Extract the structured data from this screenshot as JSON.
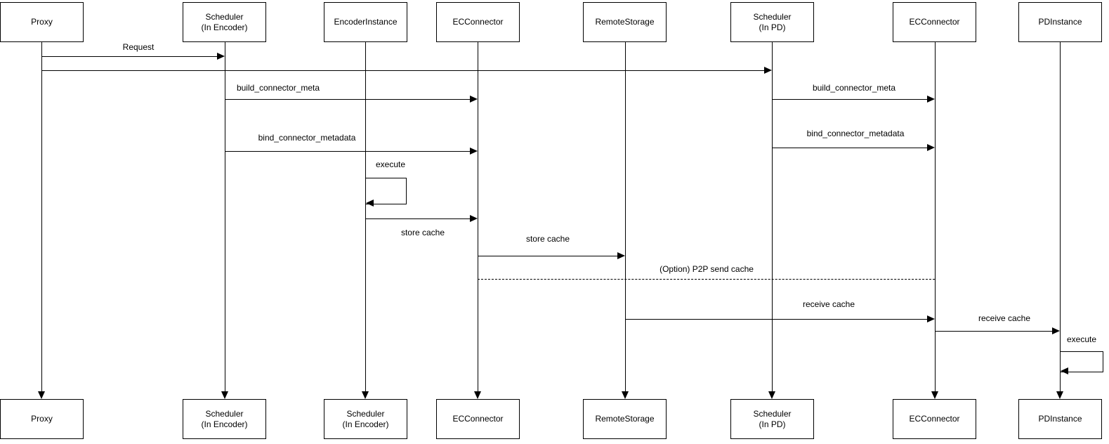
{
  "diagram": {
    "type": "sequence-diagram",
    "background_color": "#ffffff",
    "stroke_color": "#000000",
    "text_color": "#000000",
    "actors_top": [
      {
        "label": "Proxy"
      },
      {
        "label": "Scheduler\n(In Encoder)"
      },
      {
        "label": "EncoderInstance"
      },
      {
        "label": "ECConnector"
      },
      {
        "label": "RemoteStorage"
      },
      {
        "label": "Scheduler\n(In PD)"
      },
      {
        "label": "ECConnector"
      },
      {
        "label": "PDInstance"
      }
    ],
    "actors_bottom": [
      {
        "label": "Proxy"
      },
      {
        "label": "Scheduler\n(In Encoder)"
      },
      {
        "label": "Scheduler\n(In Encoder)"
      },
      {
        "label": "ECConnector"
      },
      {
        "label": "RemoteStorage"
      },
      {
        "label": "Scheduler\n(In PD)"
      },
      {
        "label": "ECConnector"
      },
      {
        "label": "PDInstance"
      }
    ],
    "messages": [
      {
        "label": "Request",
        "from": "Proxy",
        "to": "Scheduler (In Encoder)",
        "style": "solid"
      },
      {
        "label": "",
        "from": "Proxy",
        "to": "Scheduler (In PD)",
        "style": "solid"
      },
      {
        "label": "build_connector_meta",
        "from": "Scheduler (In Encoder)",
        "to": "ECConnector",
        "style": "solid"
      },
      {
        "label": "build_connector_meta",
        "from": "Scheduler (In PD)",
        "to": "ECConnector",
        "style": "solid"
      },
      {
        "label": "bind_connector_metadata",
        "from": "Scheduler (In Encoder)",
        "to": "ECConnector",
        "style": "solid"
      },
      {
        "label": "bind_connector_metadata",
        "from": "Scheduler (In PD)",
        "to": "ECConnector",
        "style": "solid"
      },
      {
        "label": "execute",
        "from": "EncoderInstance",
        "to": "EncoderInstance",
        "style": "self"
      },
      {
        "label": "store cache",
        "from": "EncoderInstance",
        "to": "ECConnector",
        "style": "solid",
        "label_position": "below"
      },
      {
        "label": "store cache",
        "from": "ECConnector",
        "to": "RemoteStorage",
        "style": "solid"
      },
      {
        "label": "(Option) P2P send cache",
        "from": "ECConnector",
        "to": "ECConnector (PD side)",
        "style": "dashed"
      },
      {
        "label": "receive cache",
        "from": "RemoteStorage",
        "to": "ECConnector (PD side)",
        "style": "solid"
      },
      {
        "label": "receive cache",
        "from": "ECConnector (PD side)",
        "to": "PDInstance",
        "style": "solid"
      },
      {
        "label": "execute",
        "from": "PDInstance",
        "to": "PDInstance",
        "style": "self"
      }
    ]
  }
}
